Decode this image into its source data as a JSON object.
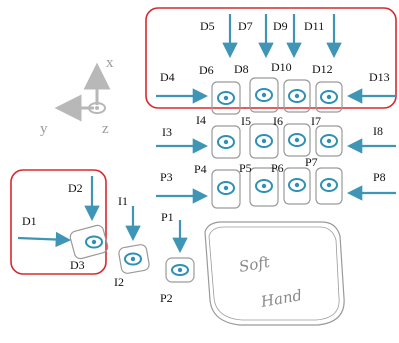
{
  "axes": {
    "x_label": "x",
    "y_label": "y",
    "z_label": "z"
  },
  "soft_hand_label": [
    "Soft",
    "Hand"
  ],
  "labels": {
    "D1": "D1",
    "D2": "D2",
    "D3": "D3",
    "D4": "D4",
    "D5": "D5",
    "D6": "D6",
    "D7": "D7",
    "D8": "D8",
    "D9": "D9",
    "D10": "D10",
    "D11": "D11",
    "D12": "D12",
    "D13": "D13",
    "I1": "I1",
    "I2": "I2",
    "I3": "I3",
    "I4": "I4",
    "I5": "I5",
    "I6": "I6",
    "I7": "I7",
    "I8": "I8",
    "P1": "P1",
    "P2": "P2",
    "P3": "P3",
    "P4": "P4",
    "P5": "P5",
    "P6": "P6",
    "P7": "P7",
    "P8": "P8"
  },
  "colors": {
    "highlight_box": "#d8282c",
    "arrow": "#3f95b5",
    "marker": "#2f8fb4",
    "sketch": "#9a9a9a"
  }
}
